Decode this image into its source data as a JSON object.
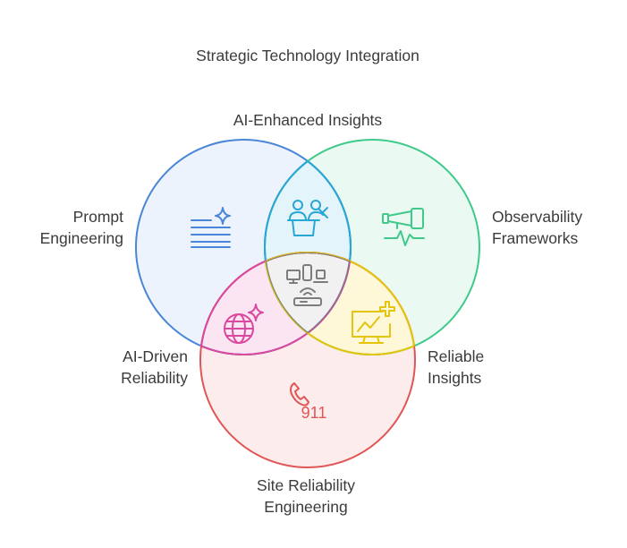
{
  "title": "Strategic Technology Integration",
  "labels": {
    "ai_enhanced_insights": "AI-Enhanced Insights",
    "prompt_engineering": [
      "Prompt",
      "Engineering"
    ],
    "observability_frameworks": [
      "Observability",
      "Frameworks"
    ],
    "ai_driven_reliability": [
      "AI-Driven",
      "Reliability"
    ],
    "reliable_insights": [
      "Reliable",
      "Insights"
    ],
    "site_reliability_engineering": [
      "Site Reliability",
      "Engineering"
    ]
  },
  "icon_text": {
    "emergency_number": "911"
  },
  "colors": {
    "blue": "#4a86d6",
    "green": "#3fc98a",
    "red": "#e05656",
    "magenta": "#d94a9e",
    "cyan": "#28a6d6",
    "yellow": "#e4c40c",
    "gray": "#7d7d7d"
  },
  "icons": {
    "prompt": "document-lines-sparkle-icon",
    "ai_insights": "presenter-podium-icon",
    "observability": "telescope-heartbeat-icon",
    "ai_reliability": "globe-sparkle-icon",
    "reliable_insights": "chart-monitor-plus-icon",
    "center": "devices-network-icon",
    "sre": "phone-911-icon"
  }
}
